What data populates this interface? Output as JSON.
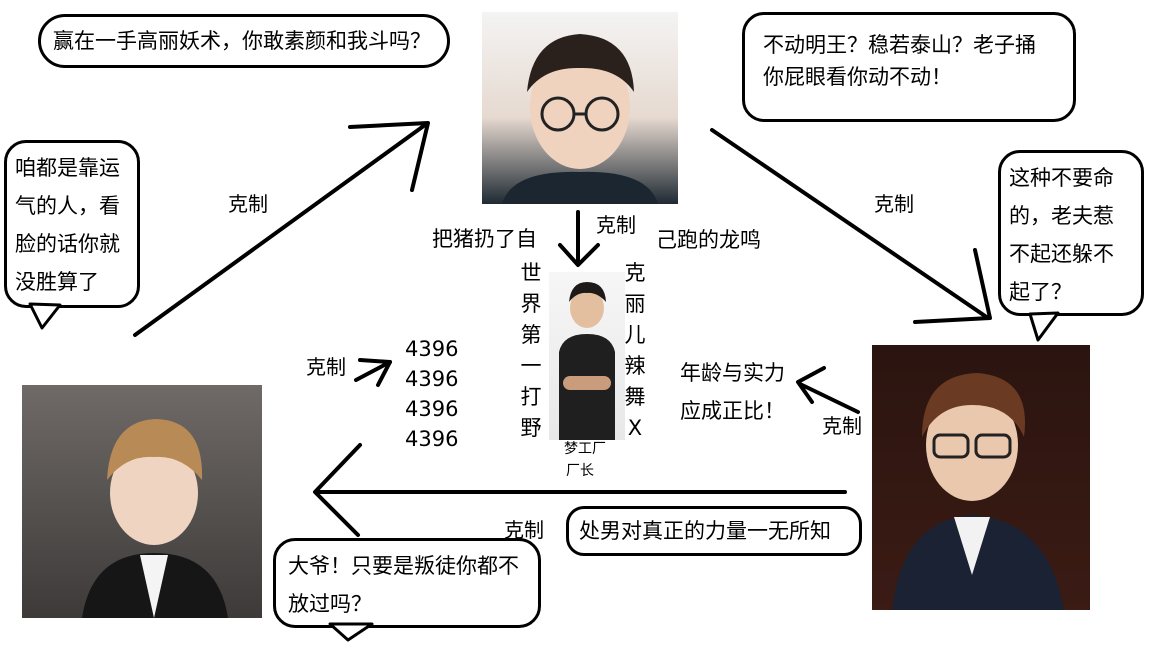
{
  "bubbles": {
    "top_left": "赢在一手高丽妖术，你敢素颜和我斗吗？",
    "top_right": "不动明王？稳若泰山？老子捅你屁眼看你动不动！",
    "left": "咱都是靠运气的人，看脸的话你就没胜算了",
    "right": "这种不要命的，老夫惹不起还躲不起了？",
    "bottom": "大爷！只要是叛徒你都不放过吗？",
    "bottom_center": "处男对真正的力量一无所知"
  },
  "labels": {
    "counter_top_left": "克制",
    "counter_top_right": "克制",
    "counter_center_top": "克制",
    "counter_center_left": "克制",
    "counter_right": "克制",
    "counter_bottom": "克制",
    "pig_text": "把猪扔了自",
    "dragon_text": "己跑的龙鸣",
    "age_line1": "年龄与实力",
    "age_line2": "应成正比！",
    "factory_line1": "梦工厂",
    "factory_line2": "厂长"
  },
  "columns": {
    "left_vertical": [
      "世",
      "界",
      "第",
      "一",
      "打",
      "野"
    ],
    "right_vertical": [
      "克",
      "丽",
      "儿",
      "辣",
      "舞",
      "X"
    ]
  },
  "numbers": [
    "4396",
    "4396",
    "4396",
    "4396"
  ]
}
